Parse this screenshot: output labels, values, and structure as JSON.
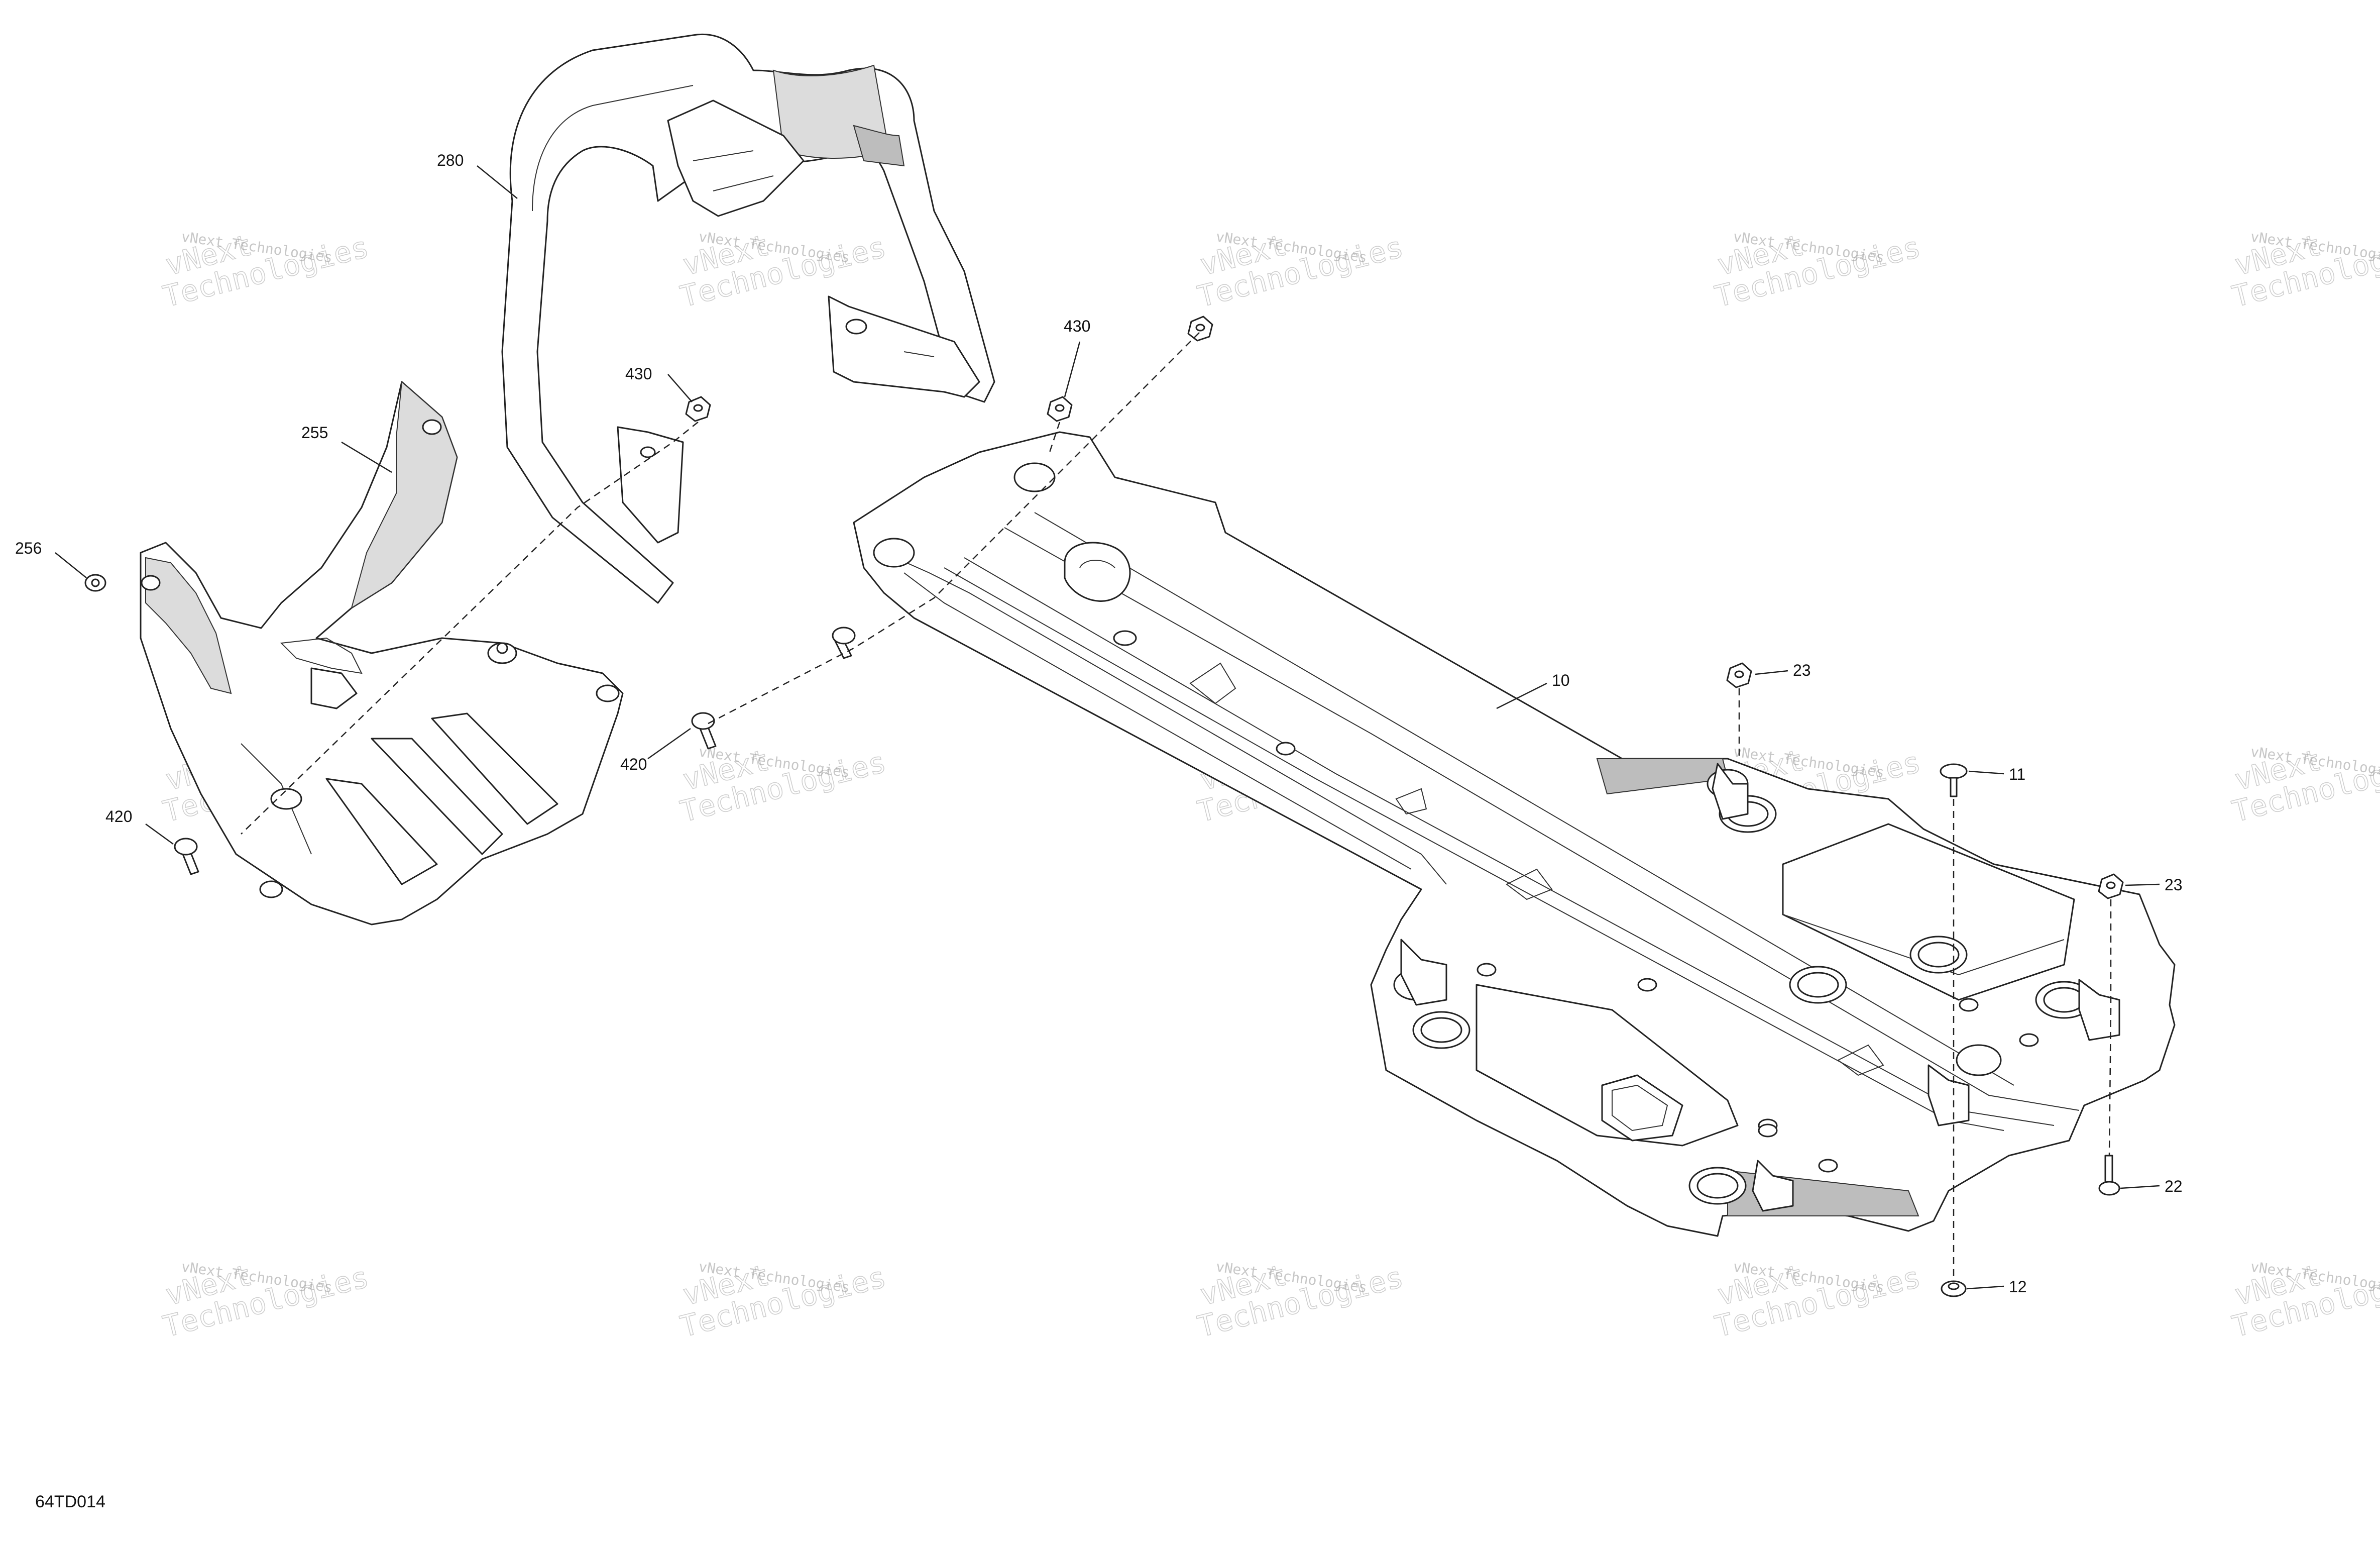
{
  "figure_code": "64TD014",
  "watermark": {
    "line1": "vNext Technologies",
    "line2": "vNext",
    "line3": "Technologies"
  },
  "callouts": [
    {
      "id": "c280",
      "label": "280"
    },
    {
      "id": "c430a",
      "label": "430"
    },
    {
      "id": "c430b",
      "label": "430"
    },
    {
      "id": "c255",
      "label": "255"
    },
    {
      "id": "c256",
      "label": "256"
    },
    {
      "id": "c420a",
      "label": "420"
    },
    {
      "id": "c420b",
      "label": "420"
    },
    {
      "id": "c10",
      "label": "10"
    },
    {
      "id": "c23a",
      "label": "23"
    },
    {
      "id": "c11",
      "label": "11"
    },
    {
      "id": "c23b",
      "label": "23"
    },
    {
      "id": "c22",
      "label": "22"
    },
    {
      "id": "c12",
      "label": "12"
    }
  ]
}
